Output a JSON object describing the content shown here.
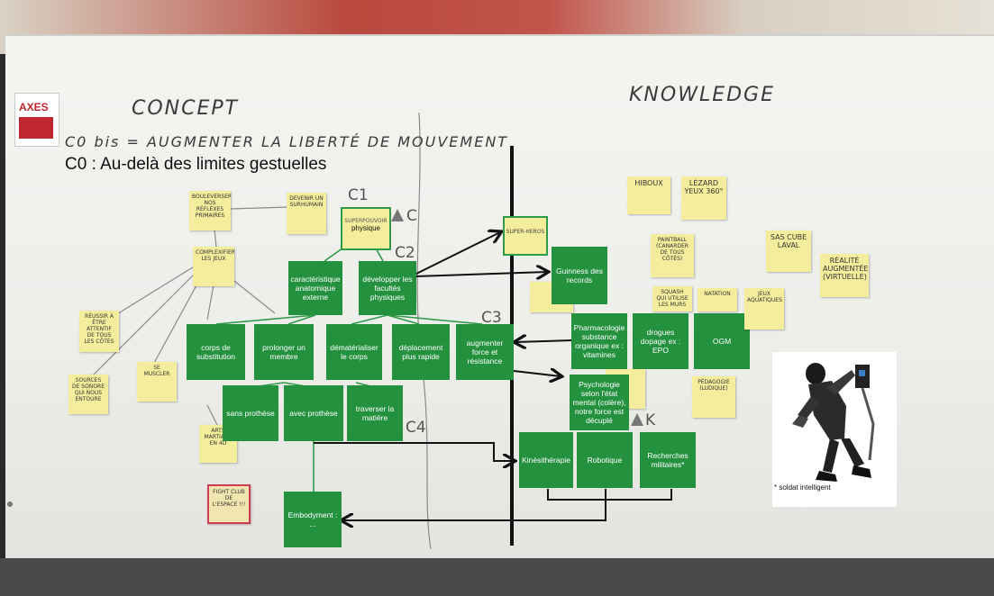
{
  "headers": {
    "concept": "CONCEPT",
    "knowledge": "KNOWLEDGE"
  },
  "c0_bis": "C0 bis = AUGMENTER LA LIBERTÉ DE MOUVEMENT",
  "c0": "C0 : Au-delà des limites gestuelles",
  "logo_text": "AXES",
  "concept_labels": {
    "c1": "C1",
    "c2": "C2",
    "c3": "C3",
    "c4": "C4",
    "c": "C",
    "k": "K"
  },
  "concept_stickies": {
    "bouleverser": "BOULEVERSER NOS RÉFLEXES PRIMAIRES",
    "devenir_surhumain": "DEVENIR UN SURHUMAIN",
    "superpouvoir": "SUPERPOUVOIR",
    "physique": "physique",
    "complexifier": "COMPLEXIFIER LES JEUX",
    "reussir": "RÉUSSIR À ÊTRE ATTENTIF DE TOUS LES CÔTÉS",
    "se_muscler": "SE MUSCLER",
    "sources": "SOURCES DE SONORE QUI NOUS ENTOURE",
    "art_martial": "ARTS MARTIAUX EN 4D",
    "fight_club": "FIGHT CLUB DE L'ESPACE !!!",
    "super_heros": "SUPER-HEROS"
  },
  "concept_boxes": {
    "caracteristique": "caractéristique anatomique externe",
    "developper": "développer les facultés physiques",
    "corps_substitution": "corps de substitution",
    "prolonger": "prolonger un membre",
    "dematerialiser": "dématérialiser le corps",
    "deplacement": "déplacement plus rapide",
    "augmenter": "augmenter force et résistance",
    "sans_prothese": "sans prothèse",
    "avec_prothese": "avec prothèse",
    "traverser": "traverser la matière",
    "embodyment": "Embodyment : ..."
  },
  "knowledge_boxes": {
    "guinness": "Guinness des records",
    "pharmacologie": "Pharmacologie substance organique ex : vitamines",
    "drogues": "drogues dopage ex : EPO",
    "ogm": "OGM",
    "psychologie": "Psychologie selon l'état mental (colère), notre force est décuplé",
    "kinesitherapie": "Kinésithérapie",
    "robotique": "Robotique",
    "recherches": "Recherches militaires*"
  },
  "knowledge_stickies": {
    "hiboux": "HIBOUX",
    "lezard": "LÉZARD YEUX 360°",
    "paintball": "PAINTBALL (CANARDER DE TOUS CÔTÉS)",
    "sas": "SAS CUBE LAVAL",
    "realite": "RÉALITÉ AUGMENTÉE (VIRTUELLE)",
    "squash": "SQUASH QUI UTILISE LES MURS",
    "natation": "NATATION",
    "jeux_aquatiques": "JEUX AQUATIQUES",
    "pedagogie": "PÉDAGOGIE (LUDIQUE)"
  },
  "photo_caption": "* soldat intelligent",
  "colors": {
    "green": "#24913f",
    "sticky": "#f4ee9c",
    "line": "#111111"
  }
}
